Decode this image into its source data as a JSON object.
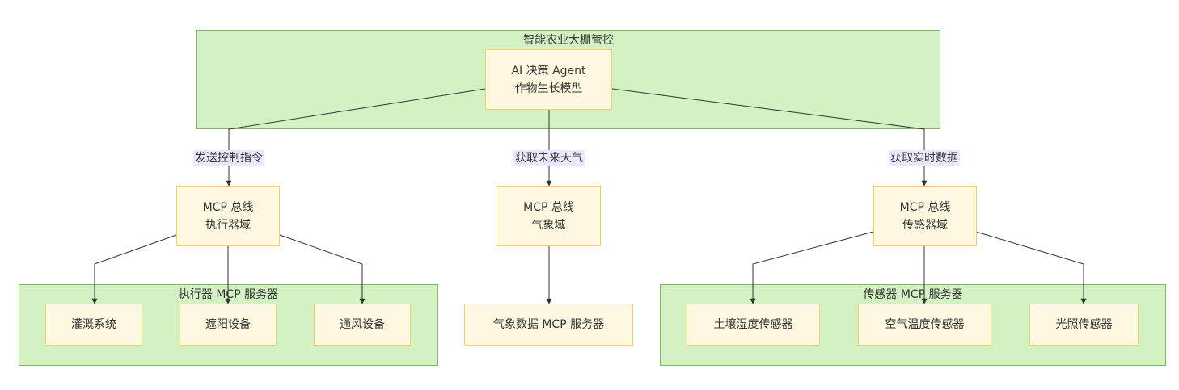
{
  "groups": {
    "greenhouse": "智能农业大棚管控",
    "actuator_servers": "执行器 MCP 服务器",
    "sensor_servers": "传感器 MCP 服务器"
  },
  "nodes": {
    "ai_agent": [
      "AI 决策 Agent",
      "作物生长模型"
    ],
    "bus_actuator": [
      "MCP 总线",
      "执行器域"
    ],
    "bus_weather": [
      "MCP 总线",
      "气象域"
    ],
    "bus_sensor": [
      "MCP 总线",
      "传感器域"
    ],
    "irrigation": "灌溉系统",
    "shading": "遮阳设备",
    "ventilation": "通风设备",
    "weather_server": "气象数据 MCP 服务器",
    "soil_humidity": "土壤湿度传感器",
    "air_temp": "空气温度传感器",
    "light": "光照传感器"
  },
  "edge_labels": {
    "send_control": "发送控制指令",
    "get_weather": "获取未来天气",
    "get_realtime": "获取实时数据"
  },
  "colors": {
    "group_fill": "#d4f1c4",
    "group_border": "#82b366",
    "node_fill": "#fff8e1",
    "node_border": "#f2cf66",
    "label_fill": "#e8e8ff",
    "edge": "#333333"
  }
}
